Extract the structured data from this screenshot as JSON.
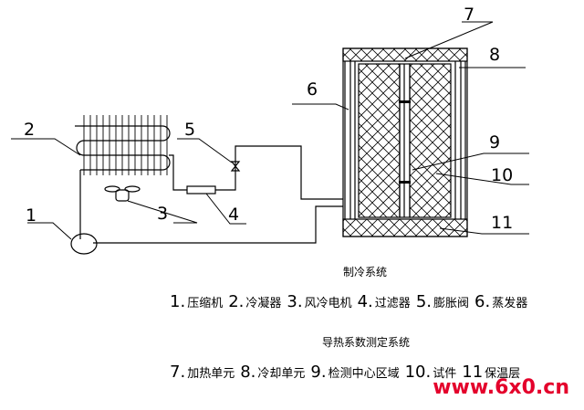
{
  "callouts": [
    "1",
    "2",
    "3",
    "4",
    "5",
    "6",
    "7",
    "8",
    "9",
    "10",
    "11"
  ],
  "section1_title": "制冷系统",
  "section1_items": [
    {
      "n": "1.",
      "t": "压缩机"
    },
    {
      "n": "2.",
      "t": "冷凝器"
    },
    {
      "n": "3.",
      "t": "风冷电机"
    },
    {
      "n": "4.",
      "t": "过滤器"
    },
    {
      "n": "5.",
      "t": "膨胀阀"
    },
    {
      "n": "6.",
      "t": "蒸发器"
    }
  ],
  "section2_title": "导热系数测定系统",
  "section2_items": [
    {
      "n": "7.",
      "t": "加热单元"
    },
    {
      "n": "8.",
      "t": "冷却单元"
    },
    {
      "n": "9.",
      "t": "检测中心区域"
    },
    {
      "n": "10.",
      "t": "试件"
    },
    {
      "n": "11",
      "t": "保温层"
    }
  ],
  "watermark": "www.6x0.cn",
  "colors": {
    "line": "#000000",
    "watermark": "#e4002b"
  }
}
